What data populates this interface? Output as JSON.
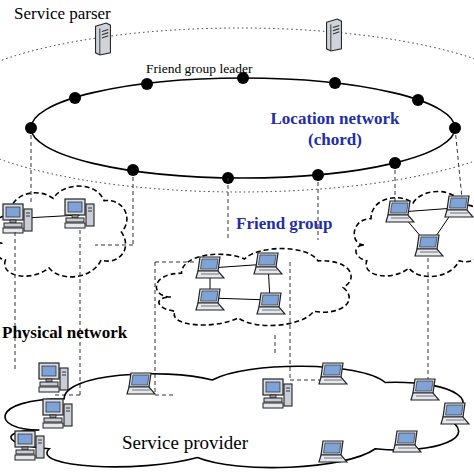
{
  "diagram": {
    "nodes": [
      {
        "text": [
          "Location network (chord)"
        ]
      },
      {
        "text": [
          "Friend group"
        ]
      },
      {
        "text": [
          "Service provider"
        ]
      }
    ],
    "edges": [
      {
        "from": 0,
        "to": 1,
        "arrow": "none"
      },
      {
        "from": 1,
        "to": 2,
        "arrow": "none"
      }
    ],
    "labels": [
      "Service parser",
      "Friend group leader",
      "Physical network"
    ]
  }
}
